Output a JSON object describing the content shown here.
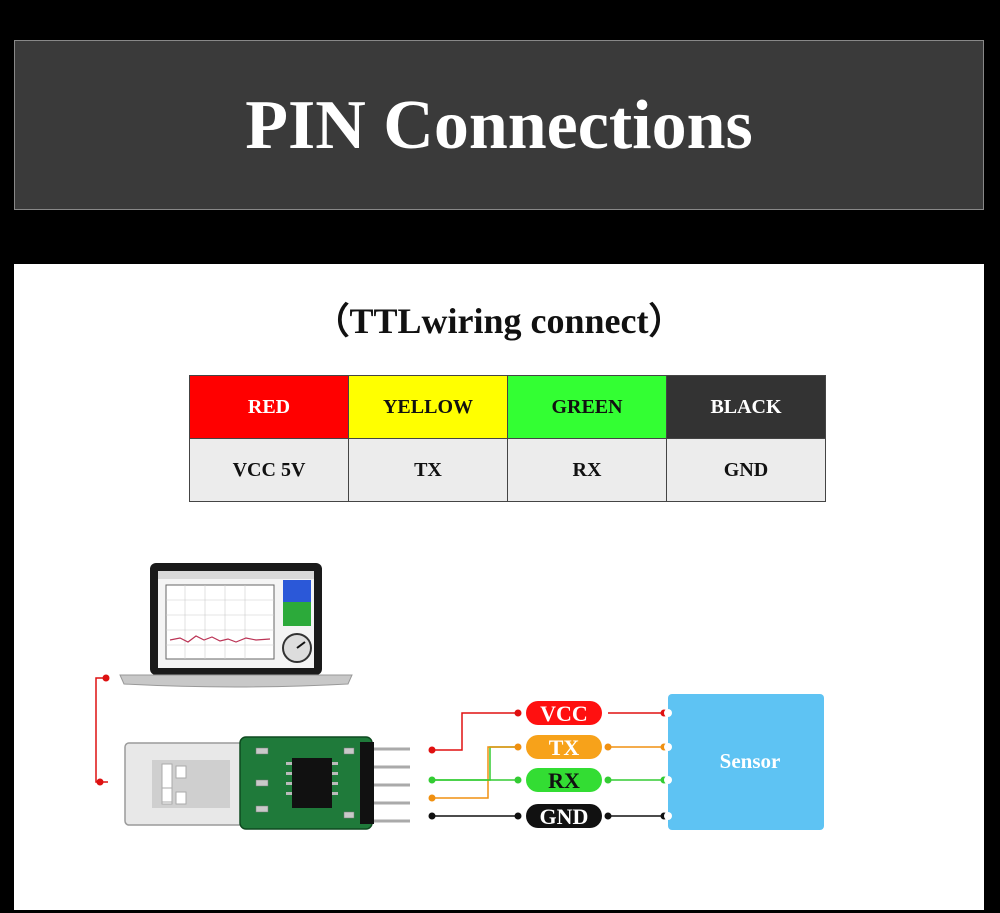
{
  "header": {
    "title": "PIN Connections"
  },
  "subtitle": "（TTLwiring connect）",
  "wire_table": {
    "colors": [
      {
        "name": "RED",
        "hex": "#ff0000"
      },
      {
        "name": "YELLOW",
        "hex": "#ffff00"
      },
      {
        "name": "GREEN",
        "hex": "#33ff33"
      },
      {
        "name": "BLACK",
        "hex": "#333333"
      }
    ],
    "signals": [
      "VCC  5V",
      "TX",
      "RX",
      "GND"
    ]
  },
  "diagram": {
    "labels": {
      "vcc": "VCC",
      "tx": "TX",
      "rx": "RX",
      "gnd": "GND"
    },
    "sensor": "Sensor",
    "icons": [
      "laptop-icon",
      "usb-ttl-module-icon"
    ]
  }
}
